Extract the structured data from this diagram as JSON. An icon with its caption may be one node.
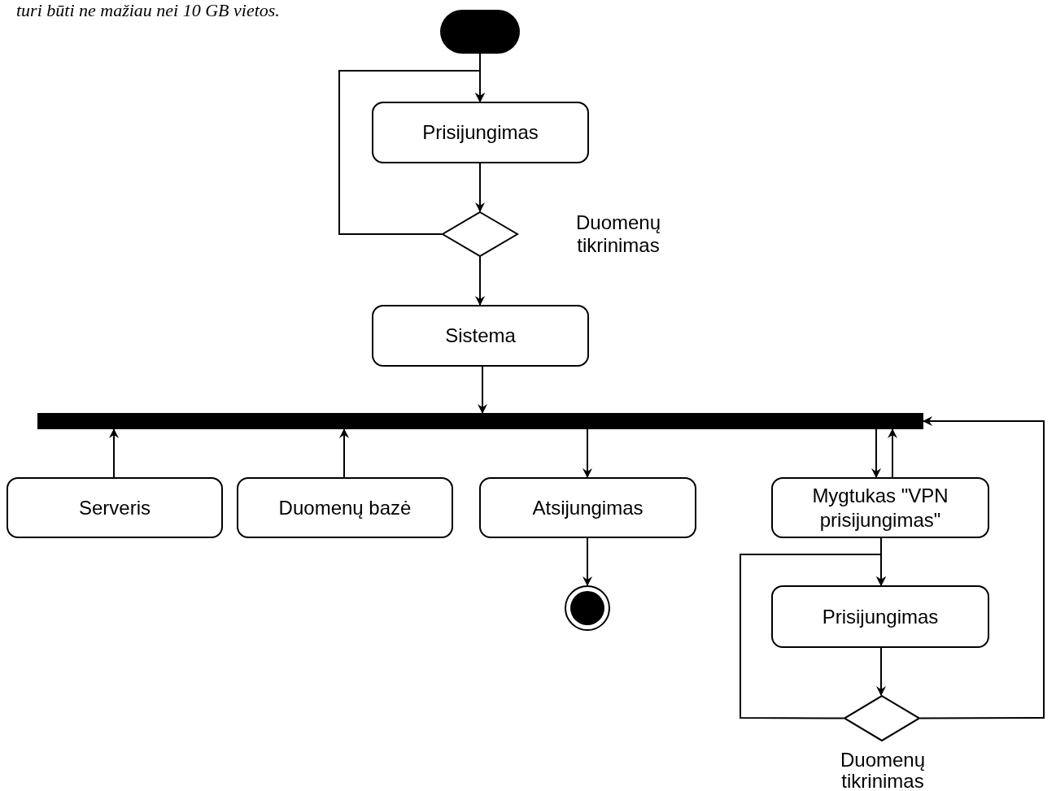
{
  "diagram": {
    "nodes": [
      {
        "text": [],
        "shape": "circle"
      },
      {
        "text": [
          "Prisijungimas"
        ]
      },
      {
        "text": [],
        "shape": "diamond",
        "beside": [
          "Duomenų tikrinimas"
        ]
      },
      {
        "text": [
          "Sistema"
        ]
      },
      {
        "text": [],
        "shape": "bar"
      },
      {
        "text": [
          "Serveris"
        ]
      },
      {
        "text": [
          "Duomenų bazė"
        ]
      },
      {
        "text": [
          "Atsijungimas"
        ]
      },
      {
        "text": [
          "Mygtukas \"VPN prisijungimas\""
        ]
      },
      {
        "text": [],
        "shape": "circle"
      },
      {
        "text": [
          "Prisijungimas"
        ]
      },
      {
        "text": [],
        "shape": "diamond",
        "beside": [
          "Duomenų tikrinimas"
        ]
      }
    ],
    "edges": [
      {
        "from": 0,
        "to": 1,
        "arrow": "to"
      },
      {
        "from": 1,
        "to": 2,
        "arrow": "to"
      },
      {
        "from": 2,
        "to": 1,
        "arrow": "to"
      },
      {
        "from": 2,
        "to": 3,
        "arrow": "to"
      },
      {
        "from": 3,
        "to": 4,
        "arrow": "to"
      },
      {
        "from": 5,
        "to": 4,
        "arrow": "to"
      },
      {
        "from": 6,
        "to": 4,
        "arrow": "to"
      },
      {
        "from": 4,
        "to": 7,
        "arrow": "to"
      },
      {
        "from": 4,
        "to": 8,
        "arrow": "to"
      },
      {
        "from": 8,
        "to": 4,
        "arrow": "to"
      },
      {
        "from": 7,
        "to": 9,
        "arrow": "to"
      },
      {
        "from": 8,
        "to": 10,
        "arrow": "to"
      },
      {
        "from": 10,
        "to": 11,
        "arrow": "to"
      },
      {
        "from": 11,
        "to": 10,
        "arrow": "to"
      },
      {
        "from": 11,
        "to": 4,
        "arrow": "to"
      }
    ],
    "labels": [
      "turi būti ne mažiau nei 10 GB vietos."
    ]
  }
}
